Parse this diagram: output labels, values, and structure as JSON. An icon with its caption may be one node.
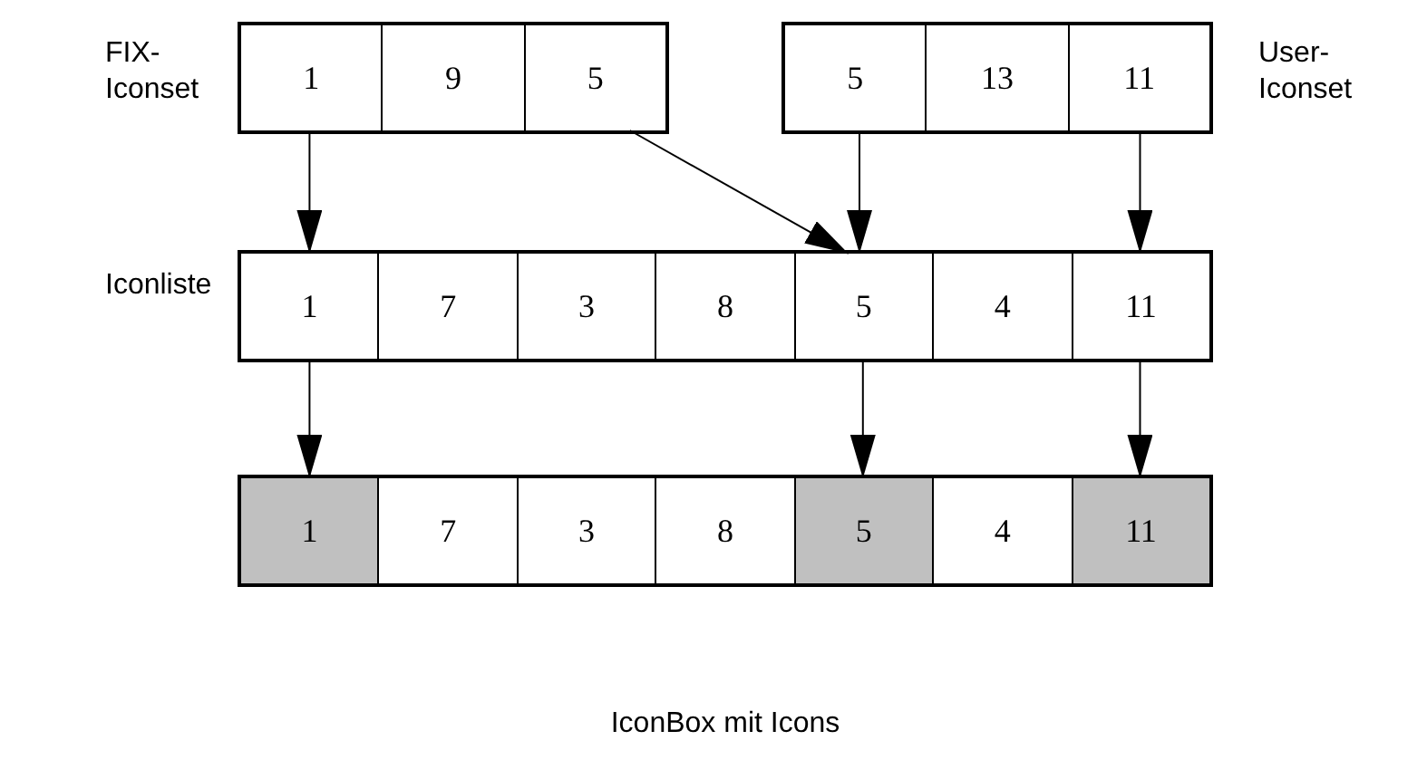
{
  "diagram": {
    "nodes": [
      {
        "text": [
          "FIX- Iconset"
        ]
      },
      {
        "text": [
          "1"
        ],
        "in": 0
      },
      {
        "text": [
          "9"
        ],
        "in": 0
      },
      {
        "text": [
          "5"
        ],
        "in": 0
      },
      {
        "text": [
          "User- Iconset"
        ]
      },
      {
        "text": [
          "5"
        ],
        "in": 4
      },
      {
        "text": [
          "13"
        ],
        "in": 4
      },
      {
        "text": [
          "11"
        ],
        "in": 4
      },
      {
        "text": [
          "Iconliste"
        ]
      },
      {
        "text": [
          "1"
        ],
        "in": 8
      },
      {
        "text": [
          "7"
        ],
        "in": 8
      },
      {
        "text": [
          "3"
        ],
        "in": 8
      },
      {
        "text": [
          "8"
        ],
        "in": 8
      },
      {
        "text": [
          "5"
        ],
        "in": 8
      },
      {
        "text": [
          "4"
        ],
        "in": 8
      },
      {
        "text": [
          "11"
        ],
        "in": 8
      },
      {
        "text": [
          "IconBox mit Icons"
        ]
      },
      {
        "text": [
          "1"
        ],
        "in": 16
      },
      {
        "text": [
          "7"
        ],
        "in": 16
      },
      {
        "text": [
          "3"
        ],
        "in": 16
      },
      {
        "text": [
          "8"
        ],
        "in": 16
      },
      {
        "text": [
          "5"
        ],
        "in": 16
      },
      {
        "text": [
          "4"
        ],
        "in": 16
      },
      {
        "text": [
          "11"
        ],
        "in": 16
      }
    ],
    "edges": [
      {
        "from": 1,
        "to": 9,
        "arrow": "to"
      },
      {
        "from": 3,
        "to": 13,
        "arrow": "to"
      },
      {
        "from": 5,
        "to": 13,
        "arrow": "to"
      },
      {
        "from": 7,
        "to": 15,
        "arrow": "to"
      },
      {
        "from": 9,
        "to": 17,
        "arrow": "to"
      },
      {
        "from": 13,
        "to": 21,
        "arrow": "to"
      },
      {
        "from": 15,
        "to": 23,
        "arrow": "to"
      }
    ]
  }
}
